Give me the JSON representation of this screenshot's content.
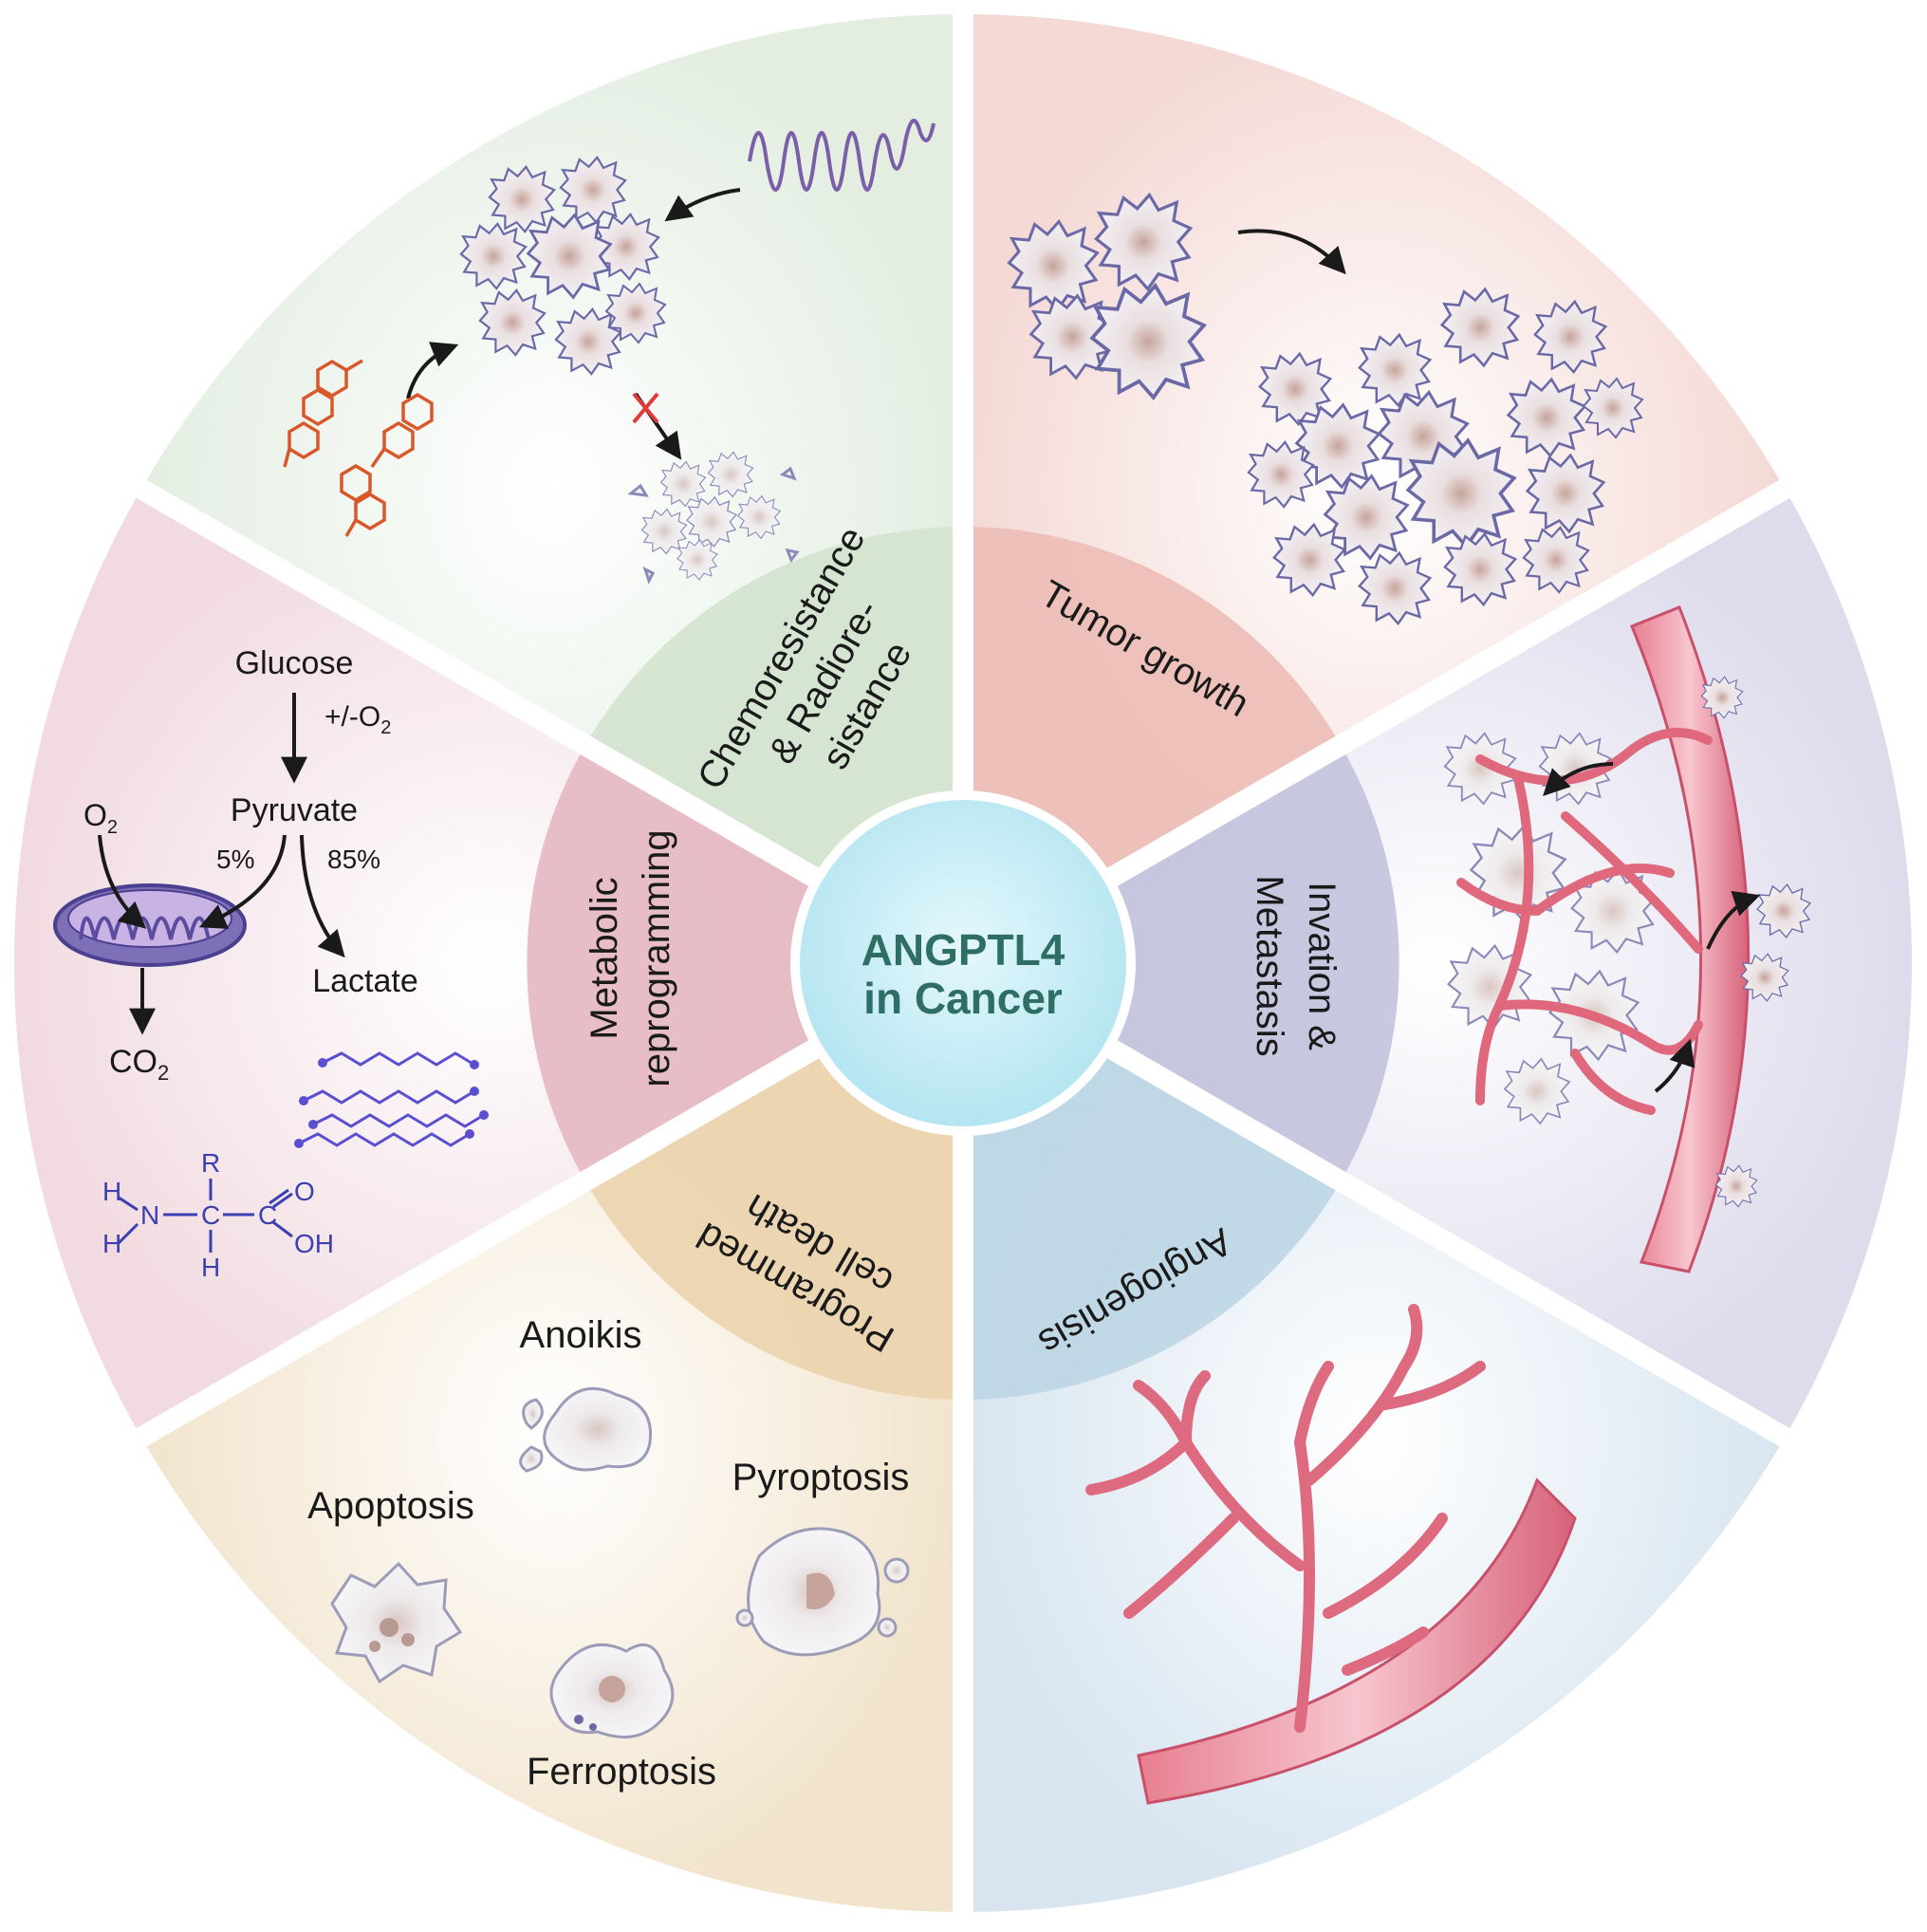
{
  "center": {
    "line1": "ANGPTL4",
    "line2": "in Cancer"
  },
  "sectors": {
    "chemoresistance": {
      "label_line1": "Chemoresistance",
      "label_line2": "& Radiore-",
      "label_line3": "sistance"
    },
    "tumor_growth": {
      "label": "Tumor growth"
    },
    "invasion": {
      "label_line1": "Invation &",
      "label_line2": "Metastasis"
    },
    "angiogenesis": {
      "label": "Angiogenisis"
    },
    "programmed_cell_death": {
      "label_line1": "Programmed",
      "label_line2": "cell death",
      "types": [
        "Anoikis",
        "Apoptosis",
        "Pyroptosis",
        "Ferroptosis"
      ]
    },
    "metabolic": {
      "label_line1": "Metabolic",
      "label_line2": "reprogramming",
      "glucose": "Glucose",
      "oxygen_condition": "+/-O",
      "oxygen_condition_sub": "2",
      "pyruvate": "Pyruvate",
      "o2": "O",
      "o2_sub": "2",
      "pct_mito": "5%",
      "pct_lactate": "85%",
      "lactate": "Lactate",
      "co2": "CO",
      "co2_sub": "2",
      "amino_acid": {
        "r": "R",
        "h": "H",
        "n": "N",
        "c": "C",
        "o": "O",
        "oh": "OH"
      }
    }
  },
  "colors": {
    "chemo_bg": "#e4eee2",
    "tumor_bg": "#f5dcd8",
    "invasion_bg": "#dfdcec",
    "angio_bg": "#dbe6f0",
    "pcd_bg": "#f3e6d0",
    "metabolic_bg": "#f2dde2",
    "center_fill": "#bfe9f3",
    "center_text": "#2e6e64",
    "vessel": "#dd6e82",
    "cell_outline": "#6a69a6",
    "chem_orange": "#d9572a",
    "amino_blue": "#3b3fb0"
  }
}
